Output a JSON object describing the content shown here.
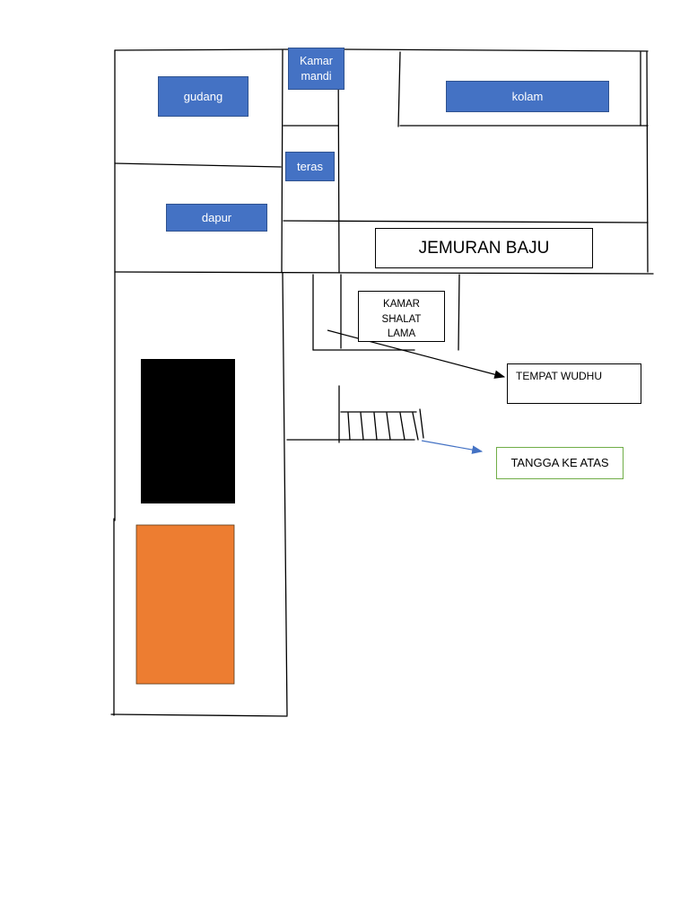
{
  "rooms": {
    "gudang": "gudang",
    "kamar_mandi": "Kamar\nmandi",
    "kolam": "kolam",
    "teras": "teras",
    "dapur": "dapur",
    "jemuran_baju": "JEMURAN BAJU",
    "kamar_shalat_lama": "KAMAR\nSHALAT\nLAMA"
  },
  "callouts": {
    "tempat_wudhu": "TEMPAT WUDHU",
    "tangga_ke_atas": "TANGGA KE ATAS"
  },
  "colors": {
    "room_fill": "#4472c4",
    "black_block": "#000000",
    "orange_block": "#ed7d31",
    "stair_arrow": "#4472c4",
    "stair_box_border": "#70ad47"
  }
}
